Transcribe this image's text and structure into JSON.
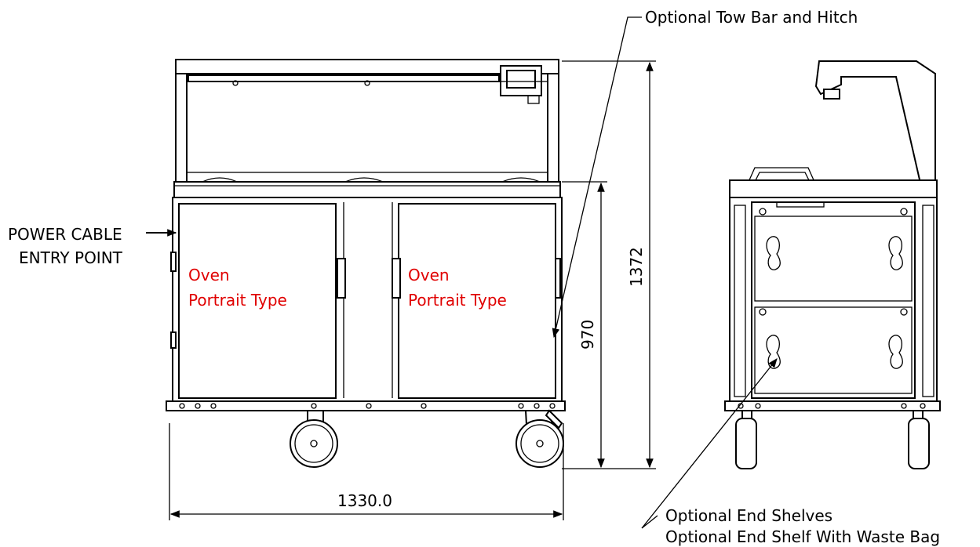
{
  "labels": {
    "tow_bar": "Optional Tow Bar and Hitch",
    "power_line1": "POWER CABLE",
    "power_line2": "ENTRY POINT",
    "oven_left_line1": "Oven",
    "oven_left_line2": "Portrait Type",
    "oven_right_line1": "Oven",
    "oven_right_line2": "Portrait Type",
    "end_shelves": "Optional End Shelves",
    "end_shelf_bag": "Optional End Shelf With Waste Bag"
  },
  "dimensions": {
    "width": "1330.0",
    "height_total": "1372",
    "height_shelf": "970"
  },
  "colors": {
    "line": "#000000",
    "oven_text": "#e00000",
    "background": "#ffffff"
  }
}
